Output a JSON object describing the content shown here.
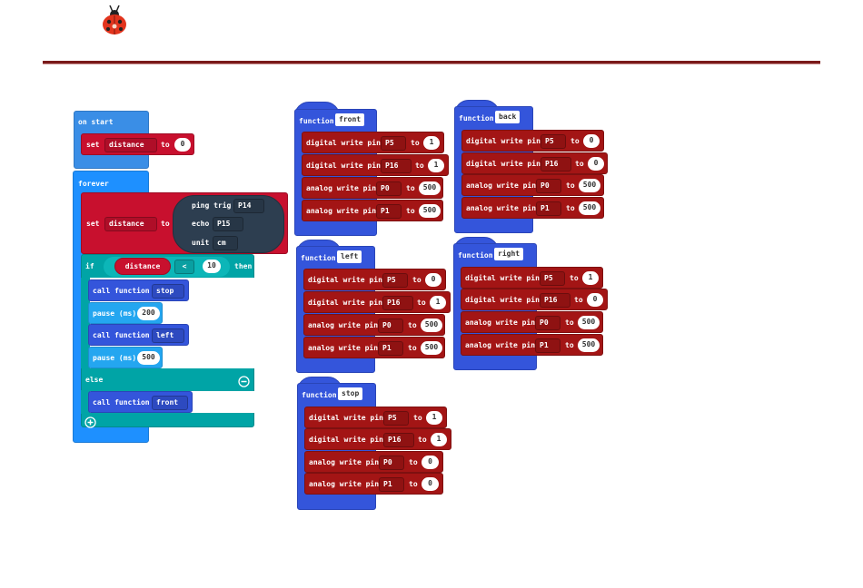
{
  "main": {
    "on_start": {
      "label": "on start",
      "set": {
        "kw": "set",
        "var": "distance",
        "to": "to",
        "val": "0"
      }
    },
    "forever": {
      "label": "forever",
      "set": {
        "kw": "set",
        "var": "distance",
        "to": "to"
      },
      "ping": {
        "trig_label": "ping trig",
        "trig": "P14",
        "echo_label": "echo",
        "echo": "P15",
        "unit_label": "unit",
        "unit": "cm"
      },
      "if": {
        "kw": "if",
        "var": "distance",
        "op": "<",
        "val": "10",
        "then": "then"
      },
      "body": [
        {
          "kw": "call function",
          "name": "stop"
        },
        {
          "kw": "pause (ms)",
          "val": "200"
        },
        {
          "kw": "call function",
          "name": "left"
        },
        {
          "kw": "pause (ms)",
          "val": "500"
        }
      ],
      "else": "else",
      "else_body": {
        "kw": "call function",
        "name": "front"
      }
    }
  },
  "labels": {
    "function": "function",
    "dwp": "digital write pin",
    "awp": "analog write pin",
    "to": "to"
  },
  "functions": [
    {
      "name": "front",
      "rows": [
        [
          "P5",
          "1"
        ],
        [
          "P16",
          "1"
        ],
        [
          "P0",
          "500"
        ],
        [
          "P1",
          "500"
        ]
      ]
    },
    {
      "name": "back",
      "rows": [
        [
          "P5",
          "0"
        ],
        [
          "P16",
          "0"
        ],
        [
          "P0",
          "500"
        ],
        [
          "P1",
          "500"
        ]
      ]
    },
    {
      "name": "left",
      "rows": [
        [
          "P5",
          "0"
        ],
        [
          "P16",
          "1"
        ],
        [
          "P0",
          "500"
        ],
        [
          "P1",
          "500"
        ]
      ]
    },
    {
      "name": "right",
      "rows": [
        [
          "P5",
          "1"
        ],
        [
          "P16",
          "0"
        ],
        [
          "P0",
          "500"
        ],
        [
          "P1",
          "500"
        ]
      ]
    },
    {
      "name": "stop",
      "rows": [
        [
          "P5",
          "1"
        ],
        [
          "P16",
          "1"
        ],
        [
          "P0",
          "0"
        ],
        [
          "P1",
          "0"
        ]
      ]
    }
  ],
  "colors": {
    "events": "#3a8ee6",
    "loops": "#1e90ff",
    "functions": "#3455db",
    "variables": "#c8102e",
    "pins": "#a31515",
    "logic": "#00a4a6",
    "sonar": "#2d3e50"
  },
  "icons": {
    "logo": "ladybug-logo-icon",
    "minus": "minus-circle-icon",
    "plus": "plus-circle-icon"
  }
}
